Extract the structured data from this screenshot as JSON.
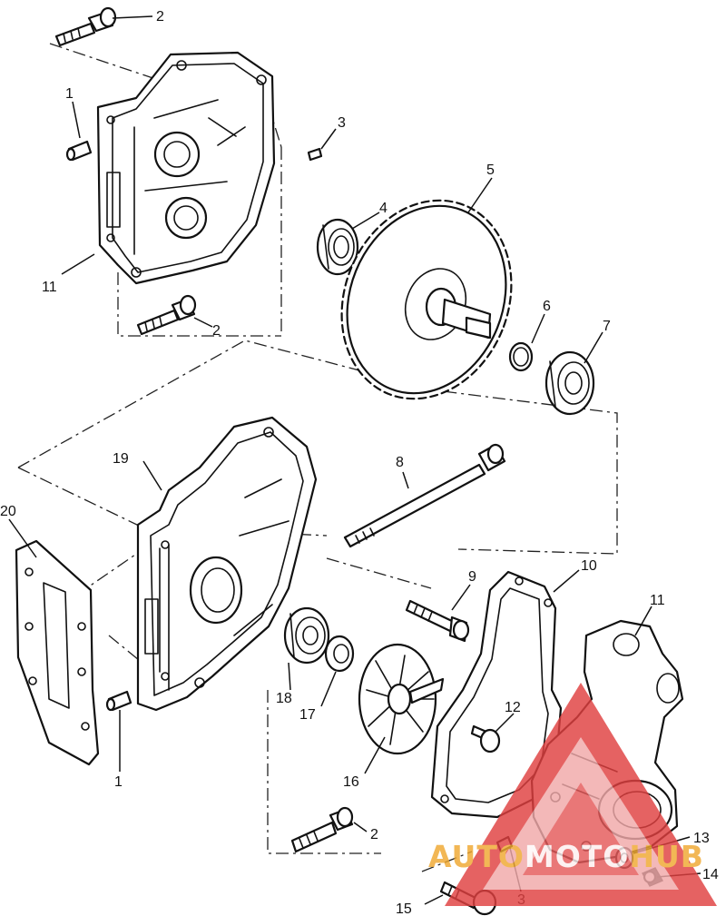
{
  "callouts": {
    "c1a": "1",
    "c1b": "1",
    "c2a": "2",
    "c2b": "2",
    "c2c": "2",
    "c3a": "3",
    "c3b": "3",
    "c4": "4",
    "c5": "5",
    "c6": "6",
    "c7": "7",
    "c8": "8",
    "c9": "9",
    "c10": "10",
    "c11a": "11",
    "c11b": "11",
    "c12": "12",
    "c13": "13",
    "c14": "14",
    "c15": "15",
    "c16": "16",
    "c17": "17",
    "c18": "18",
    "c19": "19",
    "c20": "20"
  },
  "watermark": {
    "word_a": "AUTO",
    "word_b": "MOTO",
    "word_c": "HUB",
    "color_primary": "#e04040",
    "color_secondary": "#f0a830"
  }
}
